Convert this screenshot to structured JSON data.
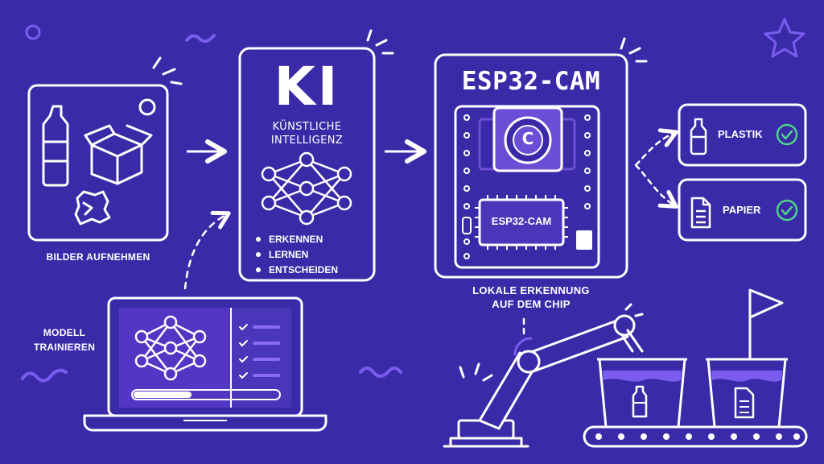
{
  "step_capture": {
    "label": "BILDER AUFNEHMEN"
  },
  "step_train": {
    "label_line1": "MODELL",
    "label_line2": "TRAINIEREN"
  },
  "ki": {
    "title": "KI",
    "subtitle_line1": "KÜNSTLICHE",
    "subtitle_line2": "INTELLIGENZ",
    "bullets": [
      "ERKENNEN",
      "LERNEN",
      "ENTSCHEIDEN"
    ]
  },
  "esp": {
    "title": "ESP32-CAM",
    "chip_label": "ESP32-CAM",
    "camera_letter": "C",
    "caption_line1": "LOKALE ERKENNUNG",
    "caption_line2": "AUF DEM CHIP"
  },
  "outputs": [
    {
      "label": "PLASTIK",
      "icon": "bottle-icon"
    },
    {
      "label": "PAPIER",
      "icon": "document-icon"
    }
  ],
  "colors": {
    "background": "#3a2aa8",
    "accent": "#7b5cf0",
    "check": "#4ed38a",
    "line": "#ffffff"
  }
}
